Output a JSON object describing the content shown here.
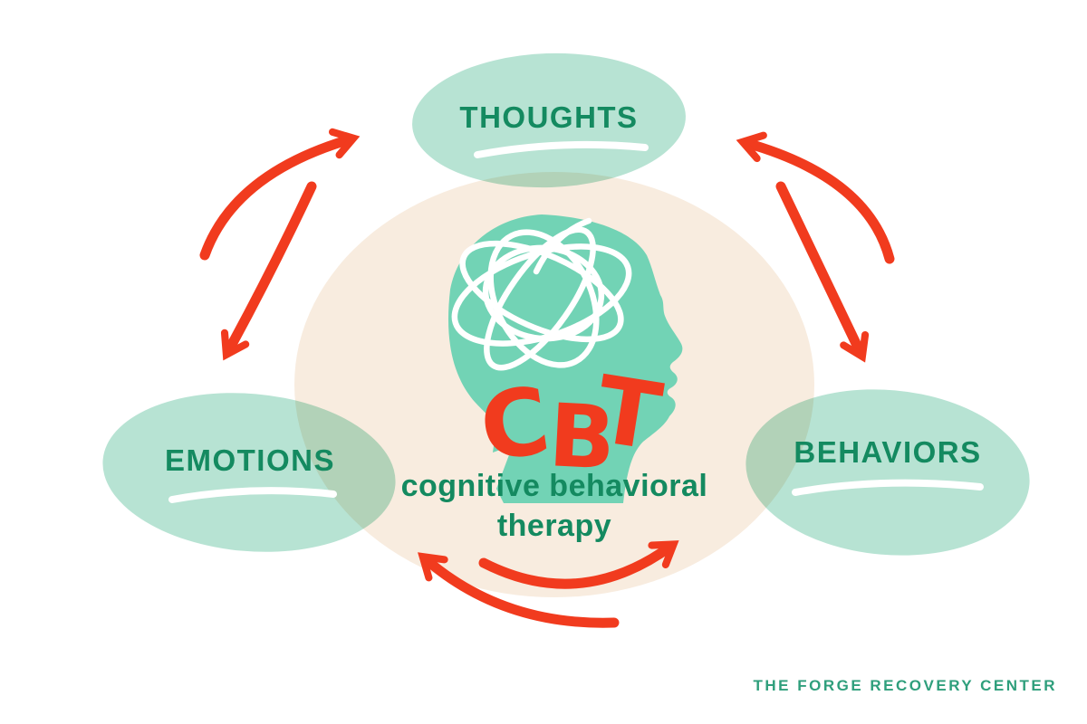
{
  "diagram": {
    "title_hint": "CBT cycle infographic",
    "nodes": [
      {
        "id": "thoughts",
        "label": "THOUGHTS"
      },
      {
        "id": "emotions",
        "label": "EMOTIONS"
      },
      {
        "id": "behaviors",
        "label": "BEHAVIORS"
      }
    ],
    "center": {
      "acronym": [
        "C",
        "B",
        "T"
      ],
      "subtitle_line1": "cognitive behavioral",
      "subtitle_line2": "therapy"
    },
    "footer_brand": "THE FORGE RECOVERY CENTER",
    "arrows": [
      "emotions-to-thoughts",
      "thoughts-to-emotions",
      "behaviors-to-thoughts",
      "thoughts-to-behaviors",
      "behaviors-to-emotions",
      "emotions-to-behaviors"
    ],
    "colors": {
      "bubble_mint": "#b7e3d3",
      "head_mint": "#72d3b5",
      "center_beige": "#f8ecdf",
      "label_green": "#148a60",
      "footer_green": "#2f9f7c",
      "arrow_red": "#f13b1e",
      "scribble_white": "#ffffff",
      "background": "#ffffff"
    }
  }
}
